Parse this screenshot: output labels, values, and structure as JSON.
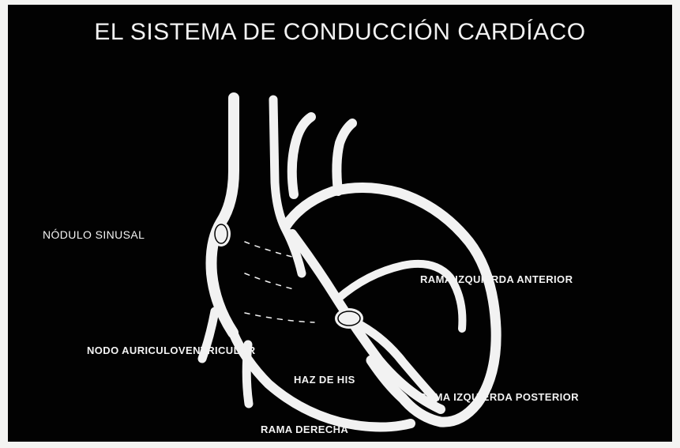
{
  "title": "EL SISTEMA DE CONDUCCIÓN CARDÍACO",
  "labels": {
    "nodulo_sinusal": "NÓDULO SINUSAL",
    "rama_izquierda_anterior": "RAMA IZQUIERDA ANTERIOR",
    "nodo_auriculoventricular": "NODO AURICULOVENTRICULAR",
    "haz_de_his": "HAZ DE HIS",
    "rama_izquierda_posterior": "RAMA IZQUIERDA POSTERIOR",
    "rama_derecha": "RAMA DERECHA"
  },
  "colors": {
    "background": "#020202",
    "foreground": "#f2f2f2"
  }
}
